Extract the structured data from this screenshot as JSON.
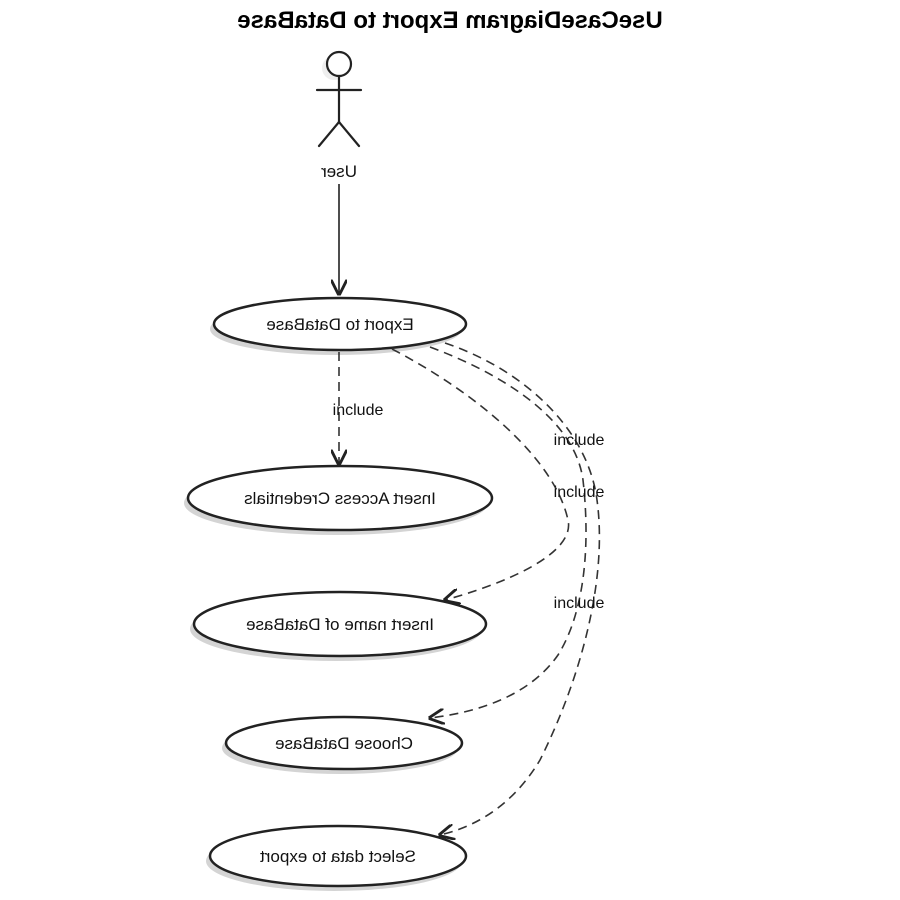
{
  "diagram": {
    "title": "UseCaseDiagram Export to DataBase",
    "actor": {
      "name": "User"
    },
    "use_cases": [
      {
        "label": "Export to DataBase"
      },
      {
        "label": "Insert Access Credentials"
      },
      {
        "label": "Insert name of DataBase"
      },
      {
        "label": "Choose DataBase"
      },
      {
        "label": "Select data to export"
      }
    ],
    "relations": [
      {
        "from": "User",
        "to": "Export to DataBase",
        "label": ""
      },
      {
        "from": "Export to DataBase",
        "to": "Insert Access Credentials",
        "label": "include"
      },
      {
        "from": "Export to DataBase",
        "to": "Insert name of DataBase",
        "label": "include"
      },
      {
        "from": "Export to DataBase",
        "to": "Choose DataBase",
        "label": "include"
      },
      {
        "from": "Export to DataBase",
        "to": "Select data to export",
        "label": "include"
      }
    ],
    "colors": {
      "line": "#222222",
      "fill": "#ffffff",
      "shadow": "#d4d4d4"
    },
    "mirrored": true
  }
}
